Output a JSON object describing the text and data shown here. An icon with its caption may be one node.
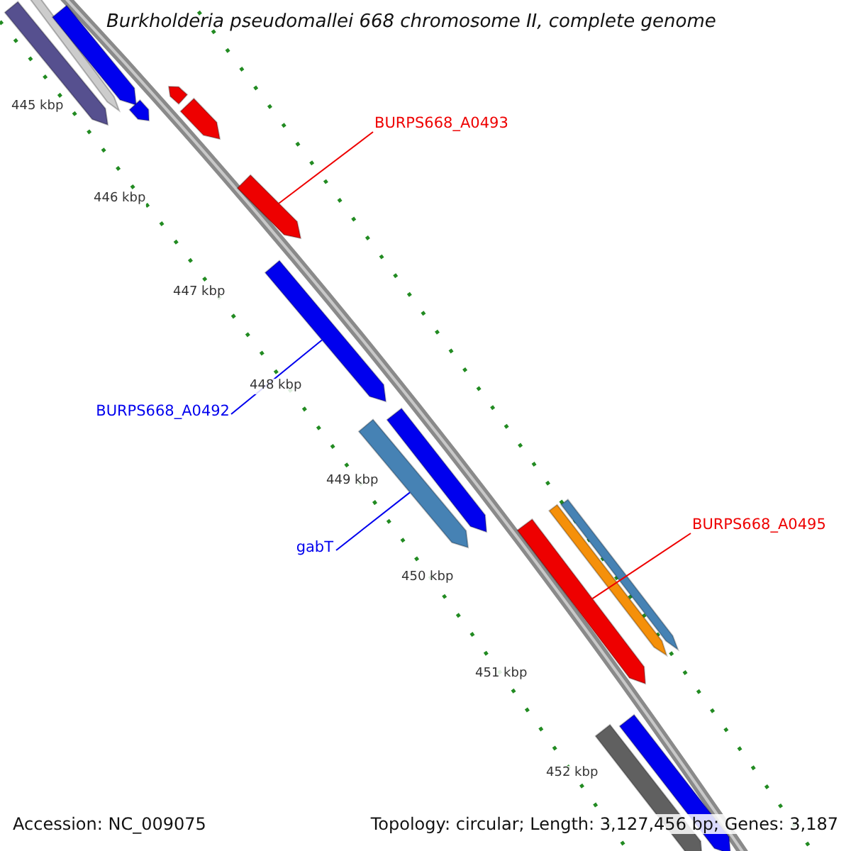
{
  "diagram": {
    "title": "Burkholderia pseudomallei 668 chromosome II, complete genome",
    "nodes": [
      {
        "text": [],
        "shape": "bar"
      },
      {
        "text": [],
        "shape": "bar"
      },
      {
        "text": [],
        "shape": "bar"
      },
      {
        "text": [],
        "shape": "bar"
      },
      {
        "text": [],
        "shape": "bar"
      },
      {
        "text": [],
        "shape": "bar"
      },
      {
        "text": [
          "BURPS668_A0493"
        ]
      },
      {
        "text": [],
        "shape": "bar"
      },
      {
        "text": [
          "BURPS668_A0492"
        ]
      },
      {
        "text": [],
        "shape": "bar"
      },
      {
        "text": [],
        "shape": "bar"
      },
      {
        "text": [],
        "shape": "bar"
      },
      {
        "text": [
          "gabT"
        ]
      },
      {
        "text": [
          "BURPS668_A0495"
        ]
      },
      {
        "text": [],
        "shape": "bar"
      },
      {
        "text": [],
        "shape": "bar"
      },
      {
        "text": [],
        "shape": "bar"
      },
      {
        "text": [],
        "shape": "bar"
      },
      {
        "text": [],
        "shape": "bar"
      }
    ],
    "edges": [
      {
        "from": 6,
        "to": 7,
        "arrow": "none",
        "color": "#ee0000"
      },
      {
        "from": 8,
        "to": 9,
        "arrow": "none",
        "color": "#0000ee"
      },
      {
        "from": 12,
        "to": 11,
        "arrow": "none",
        "color": "#0000ee"
      },
      {
        "from": 13,
        "to": 14,
        "arrow": "none",
        "color": "#ee0000"
      }
    ],
    "labels": [
      "445 kbp",
      "446 kbp",
      "447 kbp",
      "448 kbp",
      "449 kbp",
      "450 kbp",
      "451 kbp",
      "452 kbp",
      "Accession: NC_009075",
      "Topology: circular; Length: 3,127,456 bp; Genes: 3,187"
    ]
  }
}
